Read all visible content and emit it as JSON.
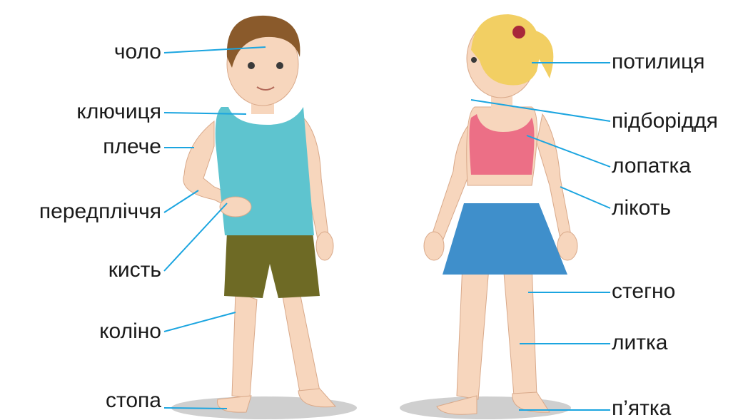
{
  "diagram": {
    "left_labels": [
      "чоло",
      "ключиця",
      "плече",
      "передпліччя",
      "кисть",
      "коліно",
      "стопа"
    ],
    "right_labels": [
      "потилиця",
      "підборіддя",
      "лопатка",
      "лікоть",
      "стегно",
      "литка",
      "п’ятка"
    ]
  },
  "colors": {
    "leader_line": "#1ba5e0",
    "boy_shirt": "#5ec4cf",
    "boy_shorts": "#6e6a25",
    "boy_hair": "#8a5a2b",
    "girl_top": "#ec6f86",
    "girl_skirt": "#3f8fcb",
    "girl_hair": "#f2cf63",
    "skin": "#f7d6bd"
  },
  "icons": [
    "boy-figure",
    "girl-figure"
  ]
}
